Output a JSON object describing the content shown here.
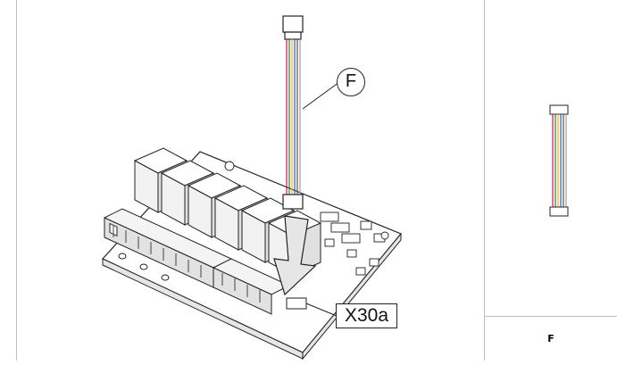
{
  "callouts": {
    "cable_letter": "F",
    "connector_label": "X30a"
  },
  "parts_table": {
    "part_letter": "F"
  }
}
